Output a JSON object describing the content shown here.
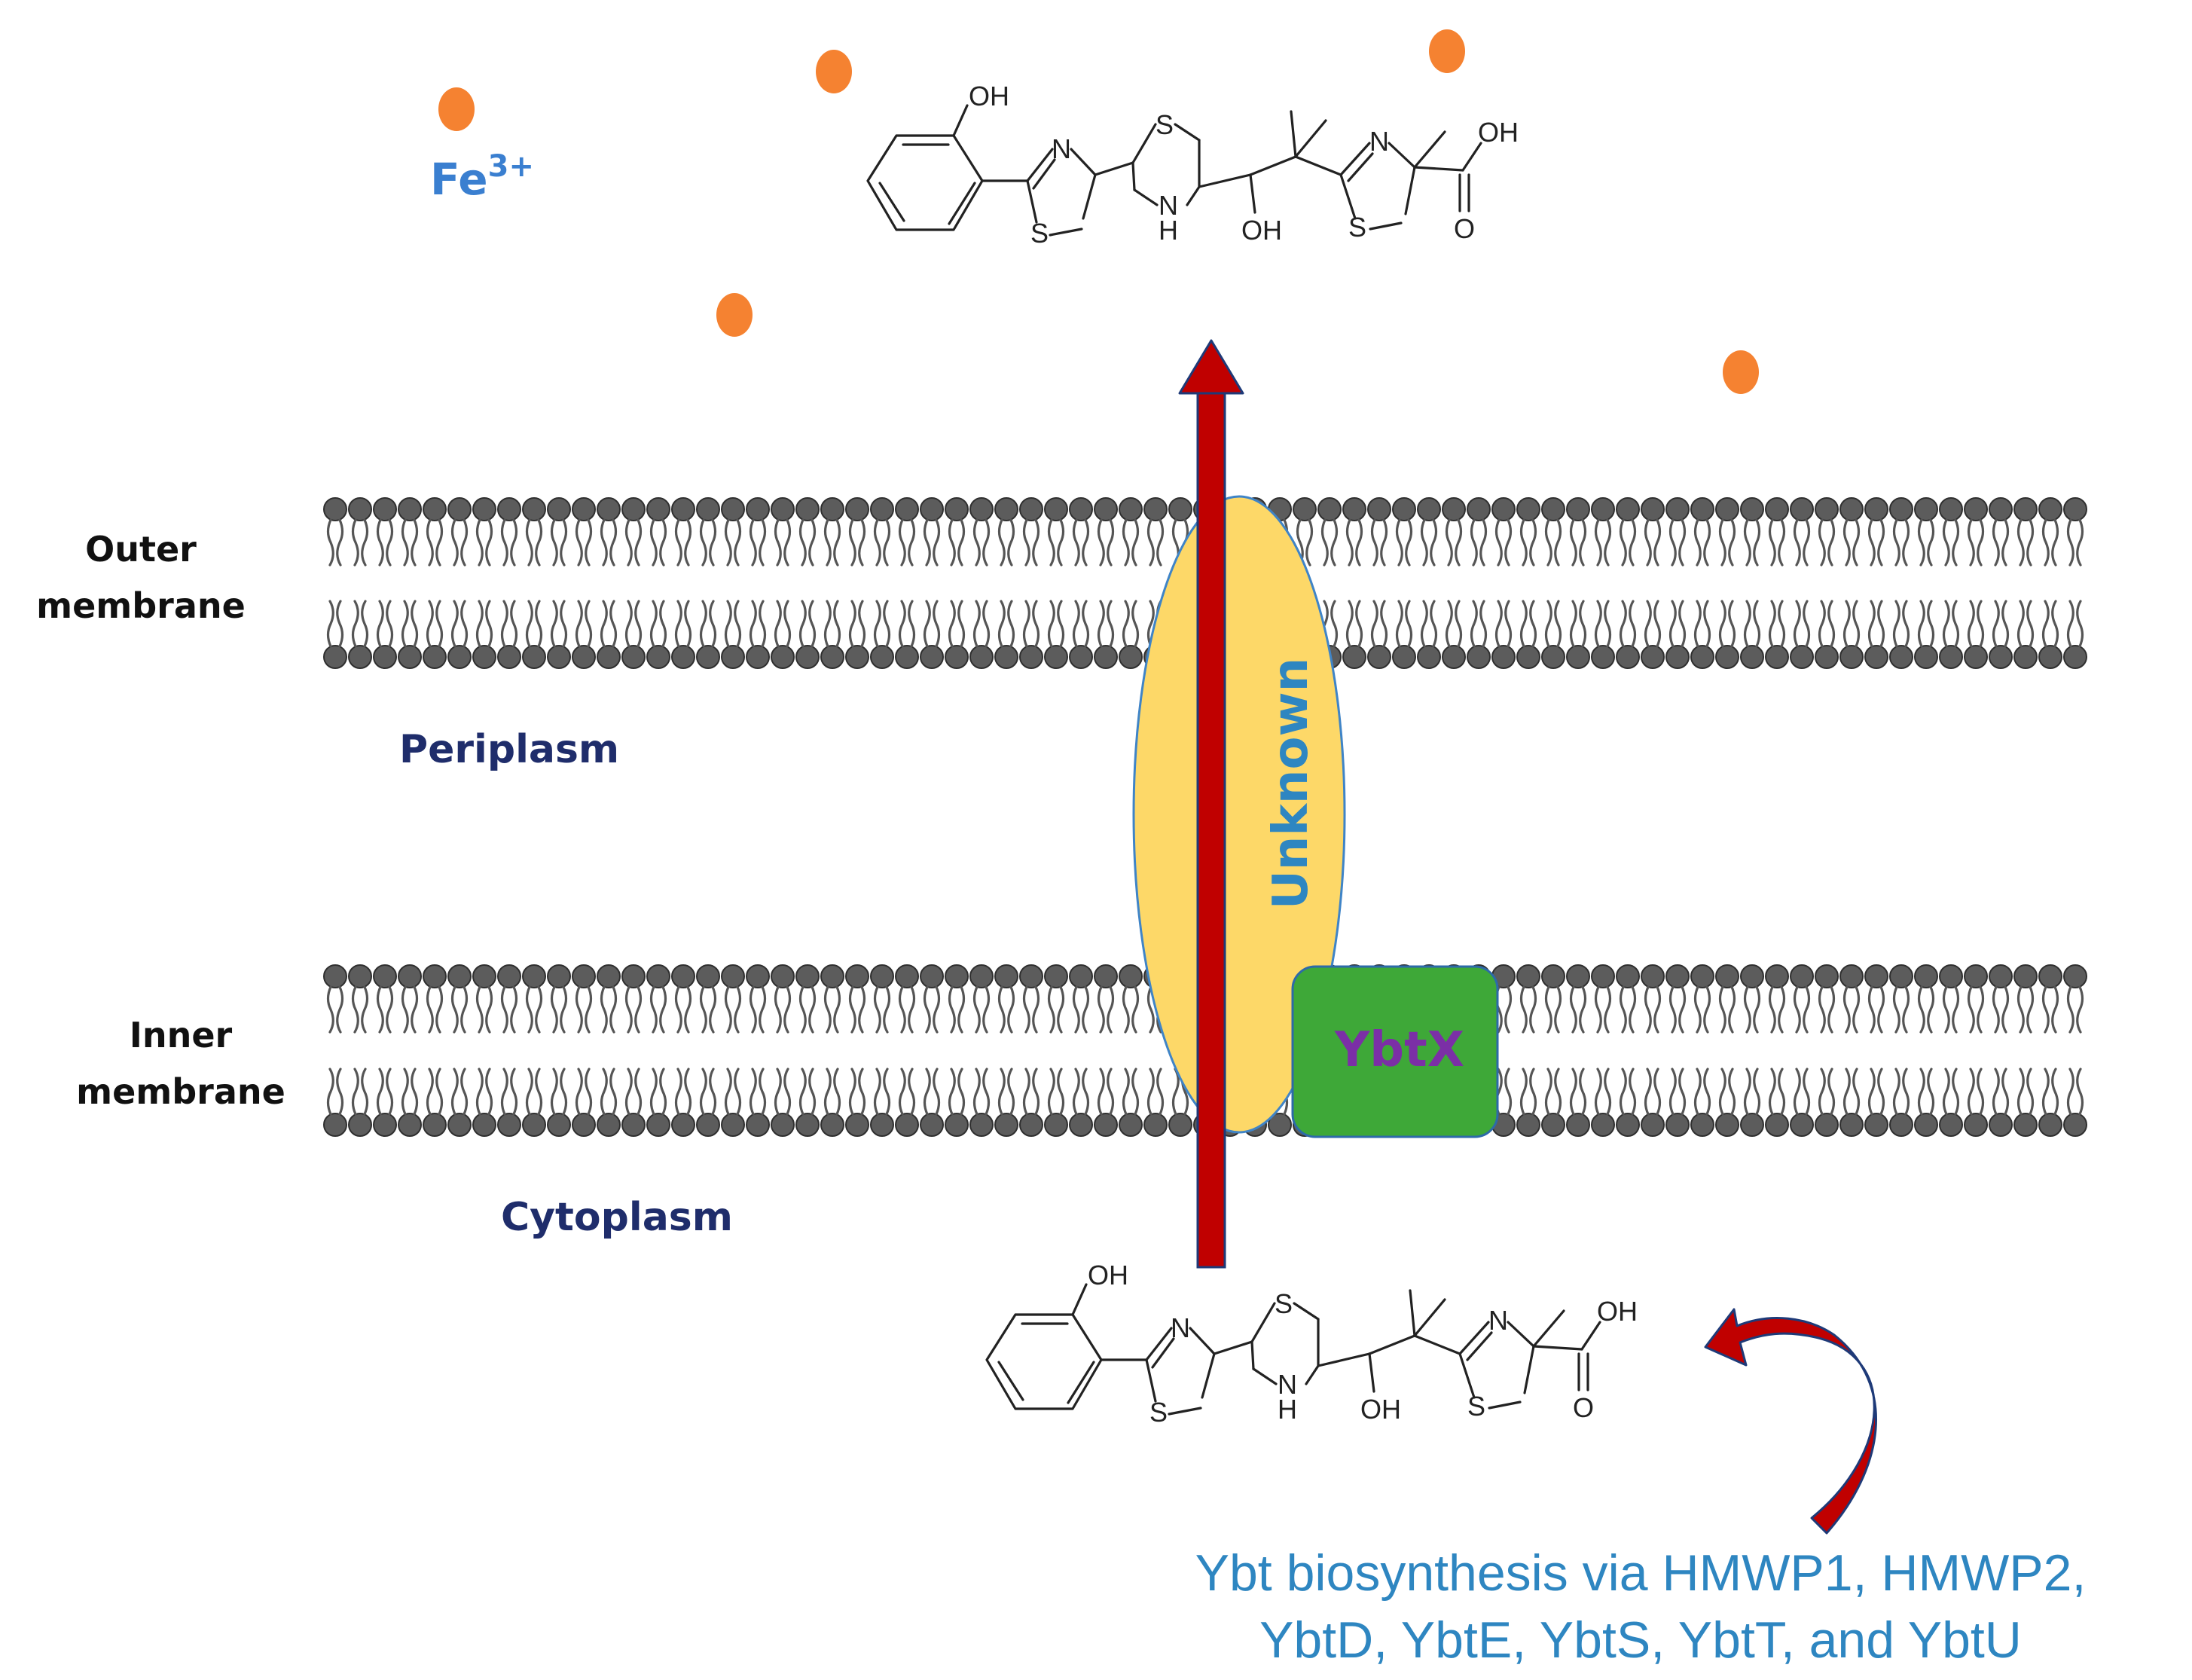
{
  "labels": {
    "iron": "Fe",
    "iron_charge": "3+",
    "outer_membrane_line1": "Outer",
    "outer_membrane_line2": "membrane",
    "inner_membrane_line1": "Inner",
    "inner_membrane_line2": "membrane",
    "periplasm": "Periplasm",
    "cytoplasm": "Cytoplasm",
    "transporter_unknown": "Unknown",
    "transporter_ybtx": "YbtX",
    "caption_line1": "Ybt biosynthesis via HMWP1, HMWP2,",
    "caption_line2": "YbtD, YbtE, YbtS, YbtT, and YbtU"
  },
  "molecule": {
    "atoms": {
      "oh": "OH",
      "n": "N",
      "s": "S",
      "h": "H",
      "o": "O"
    }
  },
  "colors": {
    "iron": "#f58231",
    "iron_label": "#3a7fd0",
    "compartment_label": "#1f2d6b",
    "membrane_label": "#111111",
    "lipid_head": "#5c5c5c",
    "unknown_fill": "#fdd868",
    "unknown_text": "#2e86c1",
    "ybtx_fill": "#3ea838",
    "ybtx_text": "#7b2fa6",
    "arrow": "#c00000",
    "caption": "#2e86c1"
  }
}
